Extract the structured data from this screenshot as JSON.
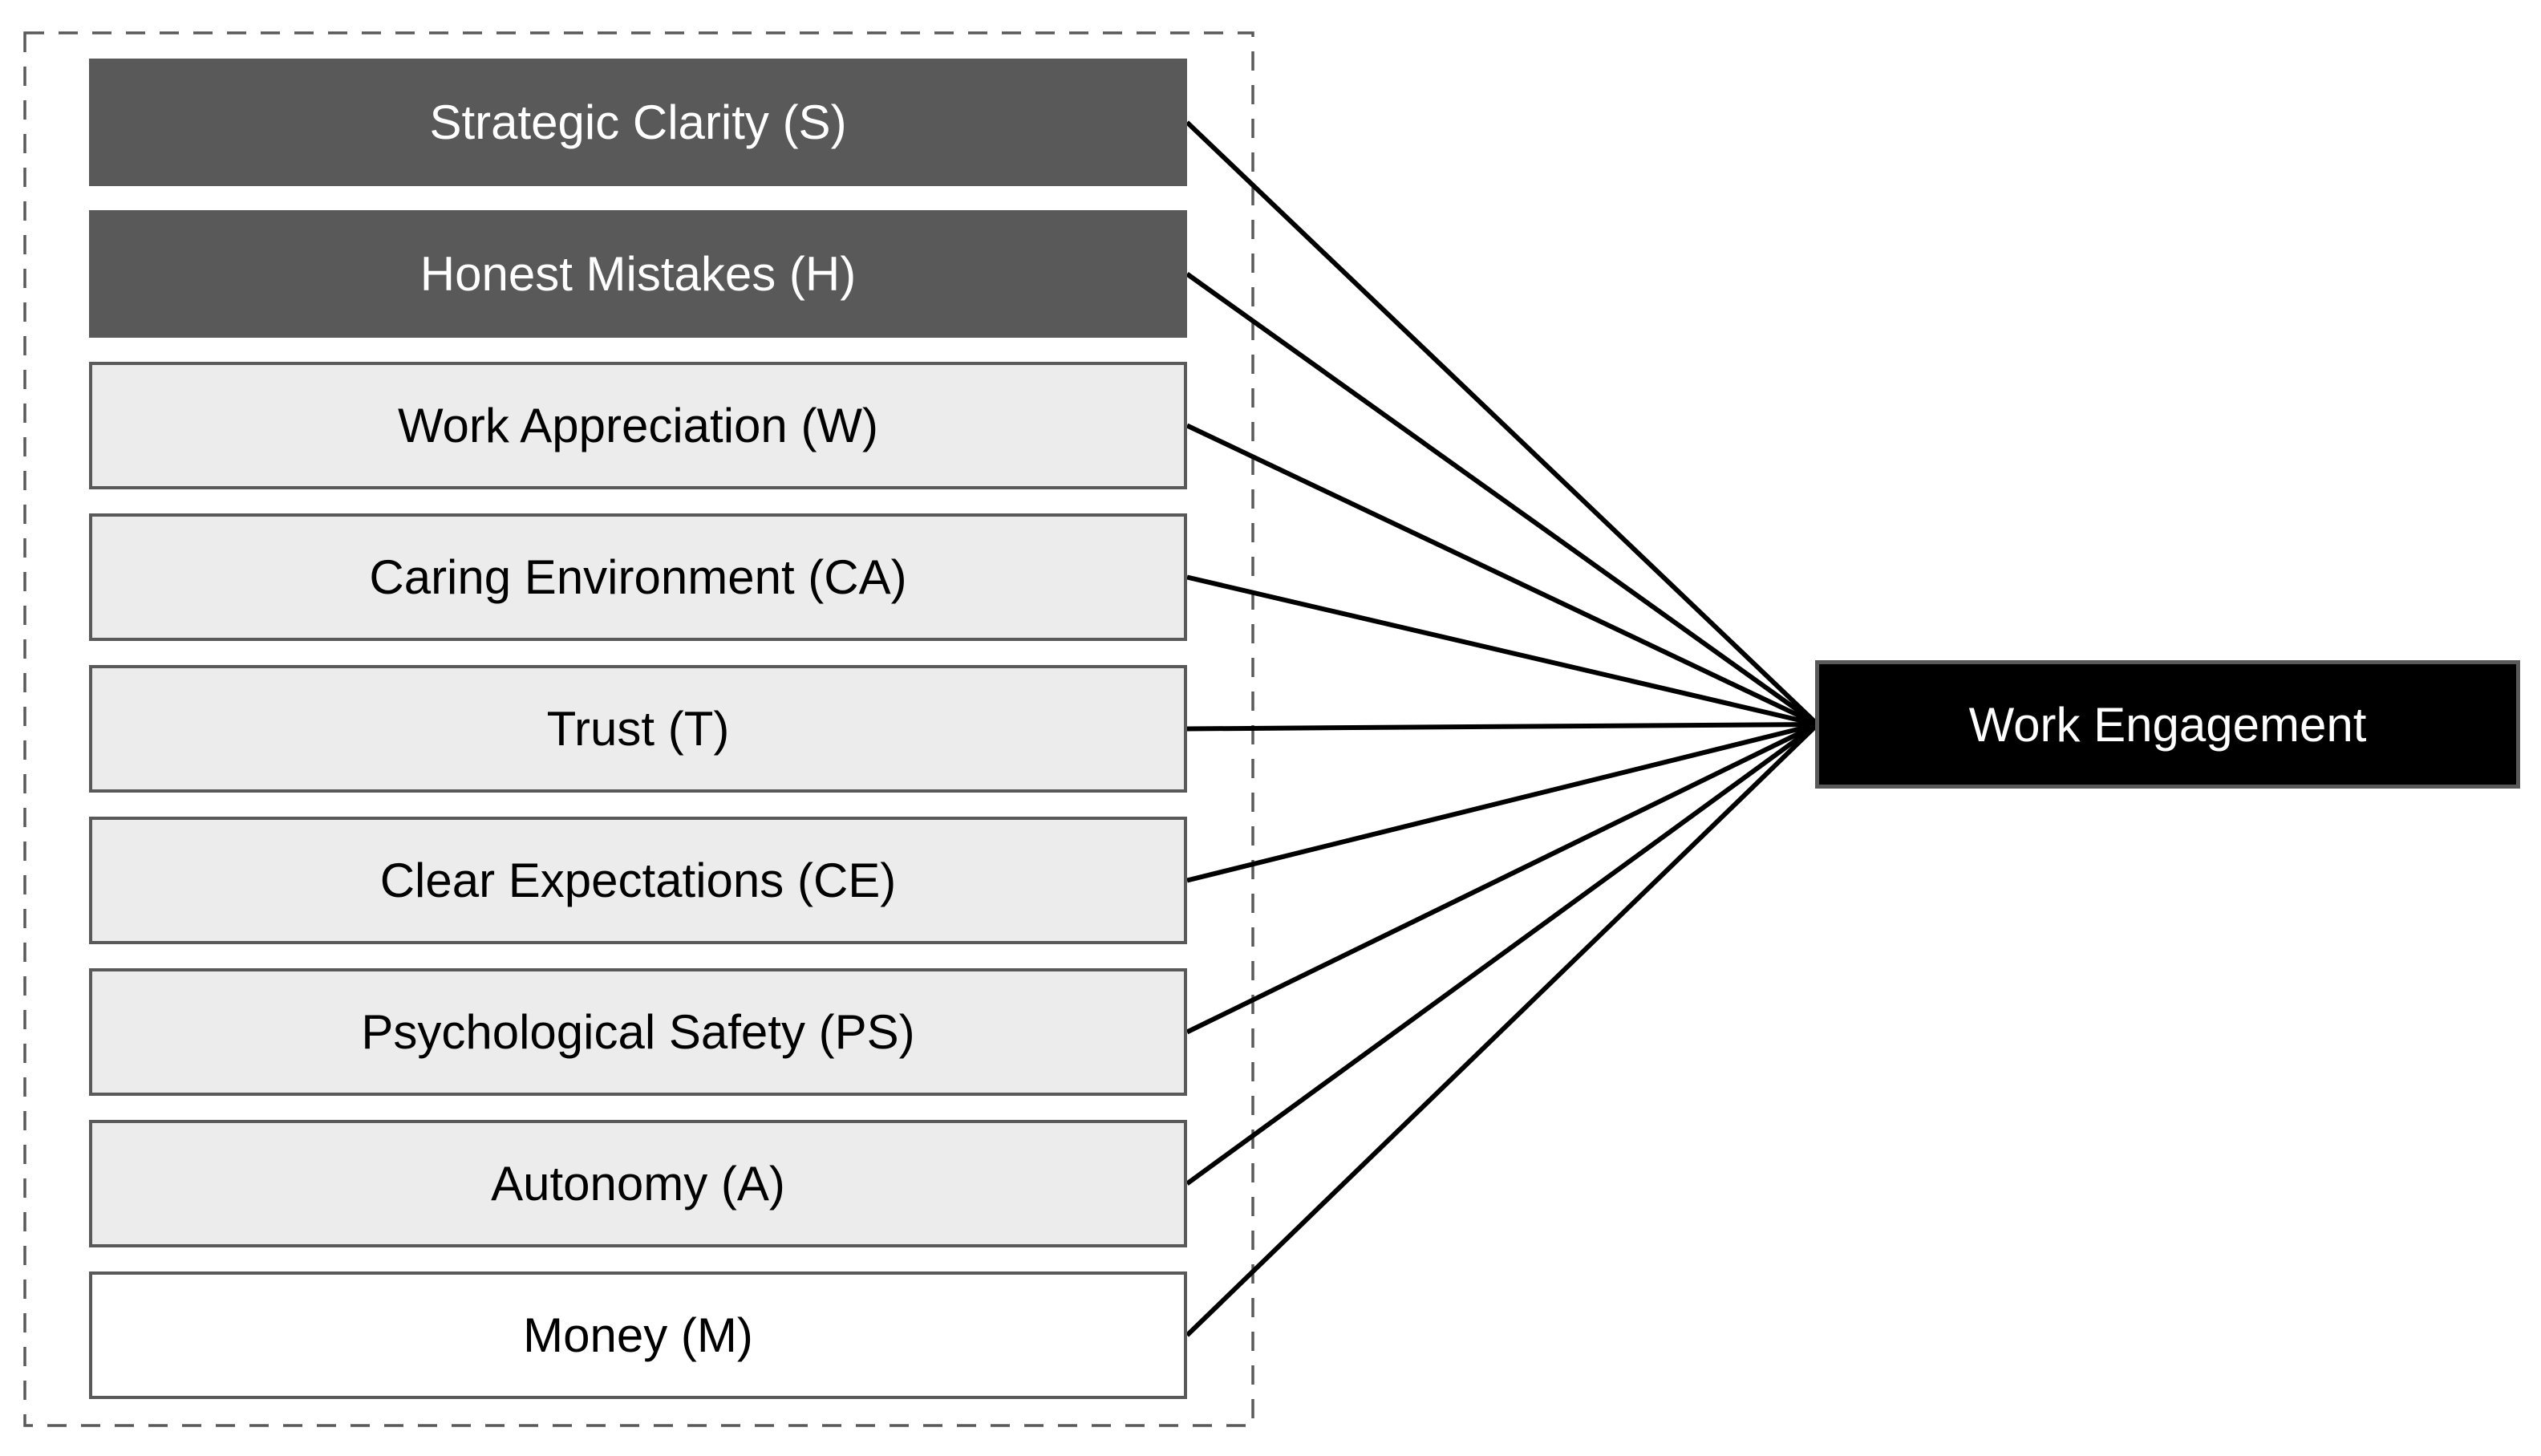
{
  "diagram": {
    "type": "path-model",
    "antecedents": [
      {
        "id": "S",
        "label": "Strategic Clarity (S)",
        "emphasis": "dark"
      },
      {
        "id": "H",
        "label": "Honest Mistakes (H)",
        "emphasis": "dark"
      },
      {
        "id": "W",
        "label": "Work Appreciation (W)",
        "emphasis": "light"
      },
      {
        "id": "CA",
        "label": "Caring Environment (CA)",
        "emphasis": "light"
      },
      {
        "id": "T",
        "label": "Trust (T)",
        "emphasis": "light"
      },
      {
        "id": "CE",
        "label": "Clear Expectations (CE)",
        "emphasis": "light"
      },
      {
        "id": "PS",
        "label": "Psychological Safety (PS)",
        "emphasis": "light"
      },
      {
        "id": "A",
        "label": "Autonomy (A)",
        "emphasis": "light"
      },
      {
        "id": "M",
        "label": "Money (M)",
        "emphasis": "white"
      }
    ],
    "outcome": {
      "label": "Work Engagement"
    },
    "colors": {
      "dark_box": "#595959",
      "light_box": "#ececec",
      "white_box": "#ffffff",
      "outcome_box": "#000000",
      "border_gray": "#595959",
      "frame_gray": "#595959",
      "line_black": "#000000",
      "dark_text": "#ffffff",
      "light_text": "#000000"
    }
  }
}
